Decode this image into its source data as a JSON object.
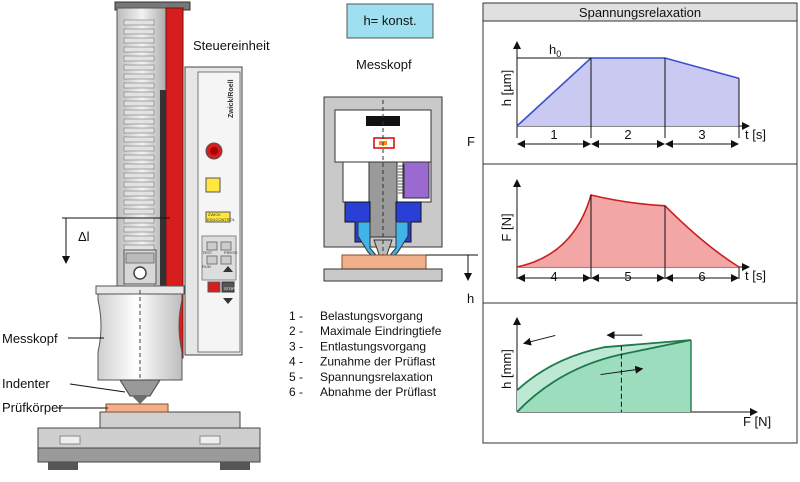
{
  "labels": {
    "steuereinheit": "Steuereinheit",
    "messkopf_top": "Messkopf",
    "messkopf_left": "Messkopf",
    "indenter": "Indenter",
    "pruefkoerper": "Prüfkörper",
    "delta_l": "Δl",
    "h_konst": "h= konst.",
    "F": "F",
    "h": "h",
    "brand": "Zwick/Roell",
    "panel_small_1": "ZWICK",
    "panel_small_2": "EDUCONTROL",
    "panel_btn_1": "TEST",
    "panel_btn_2": "PRESS",
    "panel_btn_3": "RUN",
    "panel_btn_4": "STOP"
  },
  "legend": [
    {
      "num": "1 -",
      "text": "Belastungsvorgang"
    },
    {
      "num": "2 -",
      "text": "Maximale Eindringtiefe"
    },
    {
      "num": "3 -",
      "text": "Entlastungsvorgang"
    },
    {
      "num": "4 -",
      "text": "Zunahme der Prüflast"
    },
    {
      "num": "5 -",
      "text": "Spannungsrelaxation"
    },
    {
      "num": "6 -",
      "text": "Abnahme der Prüflast"
    }
  ],
  "chart_panel": {
    "title": "Spannungsrelaxation",
    "colors": {
      "blue_fill": "#c9c9f1",
      "blue_line": "#3b4fd0",
      "red_fill": "#f3a6a6",
      "red_line": "#c82020",
      "green_fill": "#bde8d3",
      "green_line": "#1e7a4c",
      "header_fill": "#e0e0e0"
    }
  },
  "chart_data": [
    {
      "type": "area",
      "ylabel": "h [µm]",
      "xlabel": "t [s]",
      "annotation": "h0",
      "segments": [
        "1",
        "2",
        "3"
      ],
      "x": [
        0,
        1,
        2,
        3
      ],
      "y": [
        0,
        1,
        1,
        0.7
      ]
    },
    {
      "type": "area",
      "ylabel": "F [N]",
      "xlabel": "t [s]",
      "segments": [
        "4",
        "5",
        "6"
      ],
      "x": [
        0,
        0.5,
        1,
        2,
        3
      ],
      "y": [
        0,
        0.28,
        1,
        0.85,
        0
      ]
    },
    {
      "type": "area",
      "ylabel": "h [mm]",
      "xlabel": "F [N]",
      "series": [
        {
          "x": [
            0,
            0.2,
            0.5,
            1
          ],
          "y": [
            0.3,
            0.75,
            0.9,
            1
          ]
        },
        {
          "x": [
            0,
            0.3,
            0.6,
            1
          ],
          "y": [
            0,
            0.5,
            0.8,
            1
          ]
        }
      ]
    }
  ]
}
